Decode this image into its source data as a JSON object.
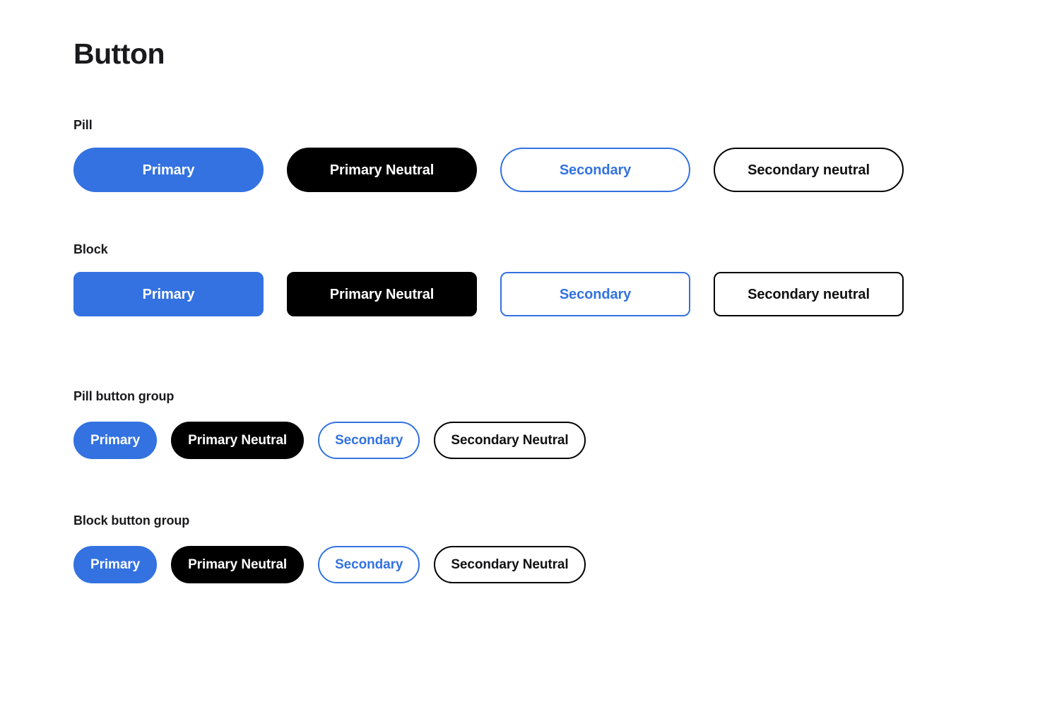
{
  "page": {
    "title": "Button",
    "background_color": "#ffffff"
  },
  "theme": {
    "primary_blue": "#3372e0",
    "neutral_black": "#000000",
    "text_dark": "#1a1a1d",
    "text_on_dark": "#ffffff",
    "surface": "#ffffff"
  },
  "sections": [
    {
      "label": "Pill",
      "shape": "pill",
      "buttons": [
        {
          "label": "Primary",
          "variant": "primary"
        },
        {
          "label": "Primary Neutral",
          "variant": "primary-neutral"
        },
        {
          "label": "Secondary",
          "variant": "secondary"
        },
        {
          "label": "Secondary neutral",
          "variant": "secondary-neutral"
        }
      ]
    },
    {
      "label": "Block",
      "shape": "block",
      "buttons": [
        {
          "label": "Primary",
          "variant": "primary"
        },
        {
          "label": "Primary Neutral",
          "variant": "primary-neutral"
        },
        {
          "label": "Secondary",
          "variant": "secondary"
        },
        {
          "label": "Secondary neutral",
          "variant": "secondary-neutral"
        }
      ]
    },
    {
      "label": "Pill button group",
      "shape": "pill",
      "buttons": [
        {
          "label": "Primary",
          "variant": "primary"
        },
        {
          "label": "Primary Neutral",
          "variant": "primary-neutral"
        },
        {
          "label": "Secondary",
          "variant": "secondary"
        },
        {
          "label": "Secondary Neutral",
          "variant": "secondary-neutral"
        }
      ]
    },
    {
      "label": "Block button group",
      "shape": "pill",
      "buttons": [
        {
          "label": "Primary",
          "variant": "primary"
        },
        {
          "label": "Primary Neutral",
          "variant": "primary-neutral"
        },
        {
          "label": "Secondary",
          "variant": "secondary"
        },
        {
          "label": "Secondary Neutral",
          "variant": "secondary-neutral"
        }
      ]
    }
  ]
}
